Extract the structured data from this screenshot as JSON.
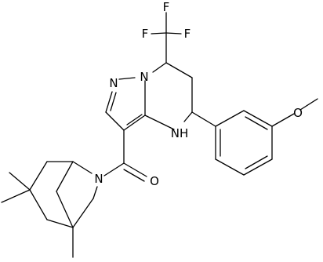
{
  "molecule": {
    "atom_labels": {
      "f1": "F",
      "f2": "F",
      "f3": "F",
      "n_pyrazole_1": "N",
      "n_pyrazole_2": "N",
      "nh": "NH",
      "o_methoxy": "O",
      "o_carbonyl": "O",
      "n_bicyclic": "N"
    },
    "colors": {
      "bond": "#000000",
      "text": "#000000",
      "background": "#ffffff"
    }
  }
}
